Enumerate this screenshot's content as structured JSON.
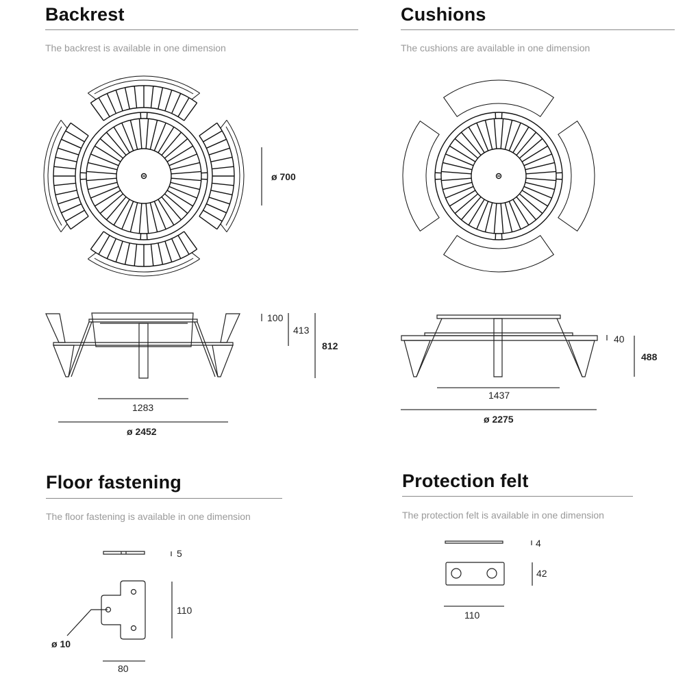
{
  "sections": {
    "backrest": {
      "title": "Backrest",
      "subtitle": "The backrest is available in one dimension",
      "dims": {
        "diameter_top": "ø 700",
        "h100": "100",
        "h413": "413",
        "h812": "812",
        "w1283": "1283",
        "diameter": "ø 2452"
      }
    },
    "cushions": {
      "title": "Cushions",
      "subtitle": "The cushions are available in one dimension",
      "dims": {
        "h40": "40",
        "h488": "488",
        "w1437": "1437",
        "diameter": "ø 2275"
      }
    },
    "floor_fastening": {
      "title": "Floor fastening",
      "subtitle": "The floor fastening is available in one dimension",
      "dims": {
        "t5": "5",
        "h110": "110",
        "hole": "ø 10",
        "w80": "80"
      }
    },
    "protection_felt": {
      "title": "Protection felt",
      "subtitle": "The protection felt is available in one dimension",
      "dims": {
        "t4": "4",
        "h42": "42",
        "w110": "110"
      }
    }
  }
}
